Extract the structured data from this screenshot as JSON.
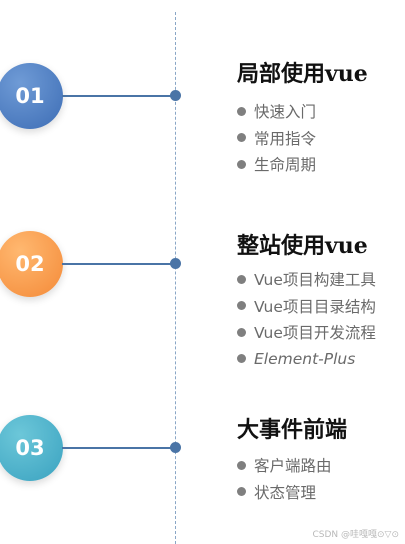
{
  "sections": [
    {
      "number": "01",
      "color_top": "#6f9bd6",
      "color_bottom": "#3d6db5",
      "title": "局部使用vue",
      "items": [
        "快速入门",
        "常用指令",
        "生命周期"
      ]
    },
    {
      "number": "02",
      "color_top": "#ffb870",
      "color_bottom": "#f48a38",
      "title": "整站使用vue",
      "items": [
        "Vue项目构建工具",
        "Vue项目目录结构",
        "Vue项目开发流程",
        "Element-Plus"
      ]
    },
    {
      "number": "03",
      "color_top": "#6cc7d9",
      "color_bottom": "#3aa2c0",
      "title": "大事件前端",
      "items": [
        "客户端路由",
        "状态管理"
      ]
    }
  ],
  "line_color": "#4a74a6",
  "watermark": "CSDN @哇嘎嘎⊙▽⊙"
}
